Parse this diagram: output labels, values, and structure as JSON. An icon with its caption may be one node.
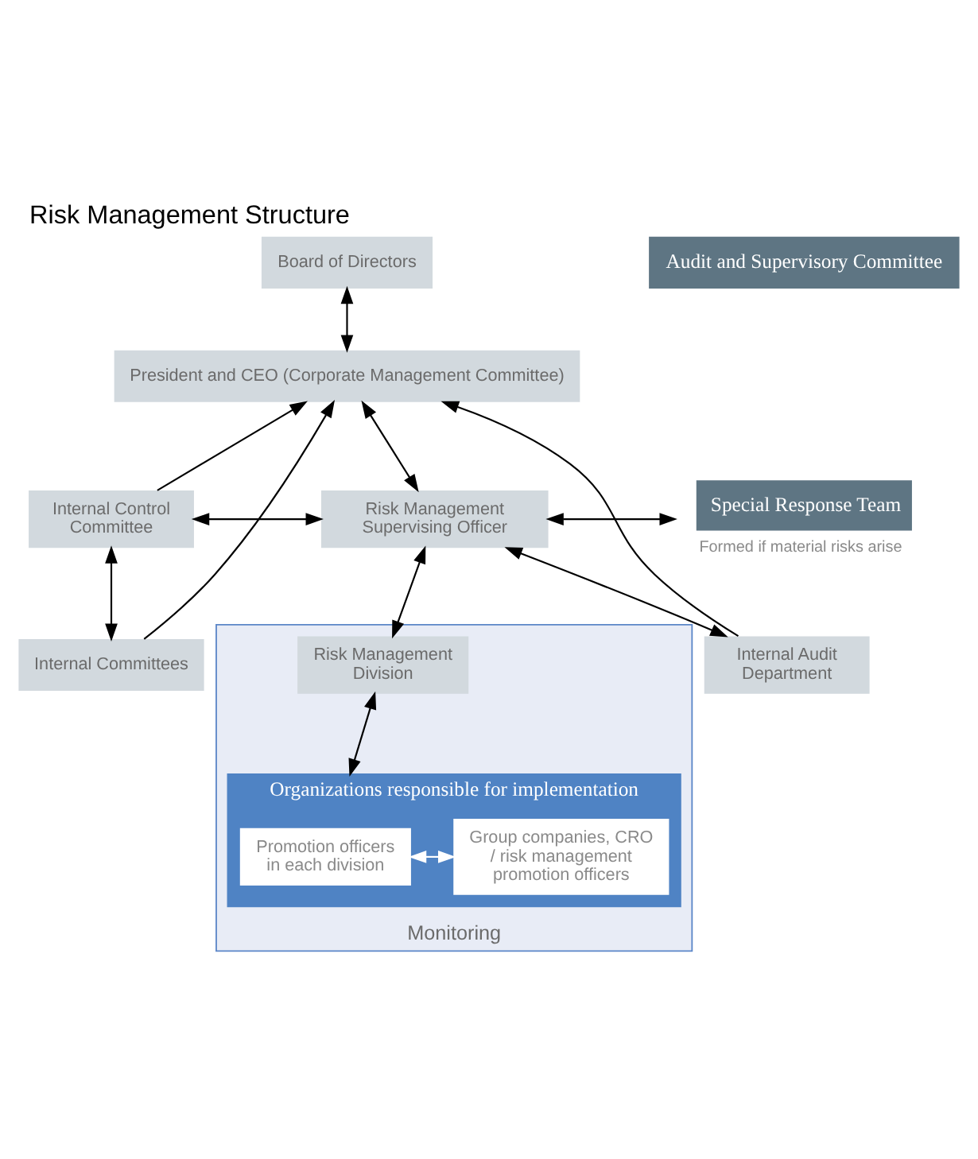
{
  "diagram": {
    "title": "Risk Management Structure",
    "nodes": [
      {
        "text": [
          "Board of Directors"
        ]
      },
      {
        "text": [
          "Audit and Supervisory Committee"
        ]
      },
      {
        "text": [
          "President and CEO (Corporate Management Committee)"
        ]
      },
      {
        "text": [
          "Internal Control Committee"
        ]
      },
      {
        "text": [
          "Risk Management Supervising Officer"
        ]
      },
      {
        "text": [
          "Special Response Team"
        ],
        "beside": [
          "Formed if material risks arise"
        ]
      },
      {
        "text": [
          "Internal Committees"
        ]
      },
      {
        "text": [
          "Internal Audit Department"
        ]
      },
      {
        "text": [
          "Monitoring"
        ]
      },
      {
        "text": [
          "Risk Management Division"
        ],
        "in": 8
      },
      {
        "text": [
          "Organizations responsible for implementation"
        ],
        "in": 8
      },
      {
        "text": [
          "Promotion officers in each division"
        ],
        "in": 10
      },
      {
        "text": [
          "Group companies, CRO / risk management promotion officers"
        ],
        "in": 10
      }
    ],
    "edges": [
      {
        "from": 0,
        "to": 2,
        "arrow": "both"
      },
      {
        "from": 3,
        "to": 2,
        "arrow": "to"
      },
      {
        "from": 4,
        "to": 2,
        "arrow": "both"
      },
      {
        "from": 6,
        "to": 2,
        "arrow": "to"
      },
      {
        "from": 7,
        "to": 2,
        "arrow": "to"
      },
      {
        "from": 3,
        "to": 4,
        "arrow": "both"
      },
      {
        "from": 4,
        "to": 5,
        "arrow": "both"
      },
      {
        "from": 3,
        "to": 6,
        "arrow": "both"
      },
      {
        "from": 4,
        "to": 7,
        "arrow": "both"
      },
      {
        "from": 4,
        "to": 9,
        "arrow": "both"
      },
      {
        "from": 9,
        "to": 10,
        "arrow": "both"
      },
      {
        "from": 11,
        "to": 12,
        "arrow": "both",
        "color": "#ffffff"
      }
    ]
  }
}
